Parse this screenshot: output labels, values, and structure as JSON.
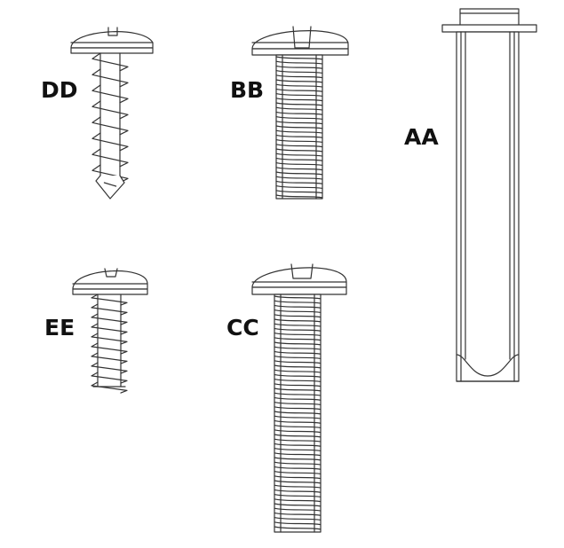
{
  "parts": {
    "dd": {
      "label": "DD",
      "kind": "pan-head-tapping-screw-pointed"
    },
    "bb": {
      "label": "BB",
      "kind": "pan-head-machine-screw-short"
    },
    "aa": {
      "label": "AA",
      "kind": "plastic-wall-anchor"
    },
    "ee": {
      "label": "EE",
      "kind": "pan-head-tapping-screw-blunt"
    },
    "cc": {
      "label": "CC",
      "kind": "pan-head-machine-screw-long"
    }
  },
  "colors": {
    "stroke": "#333333",
    "fill": "#ffffff",
    "text": "#111111"
  }
}
